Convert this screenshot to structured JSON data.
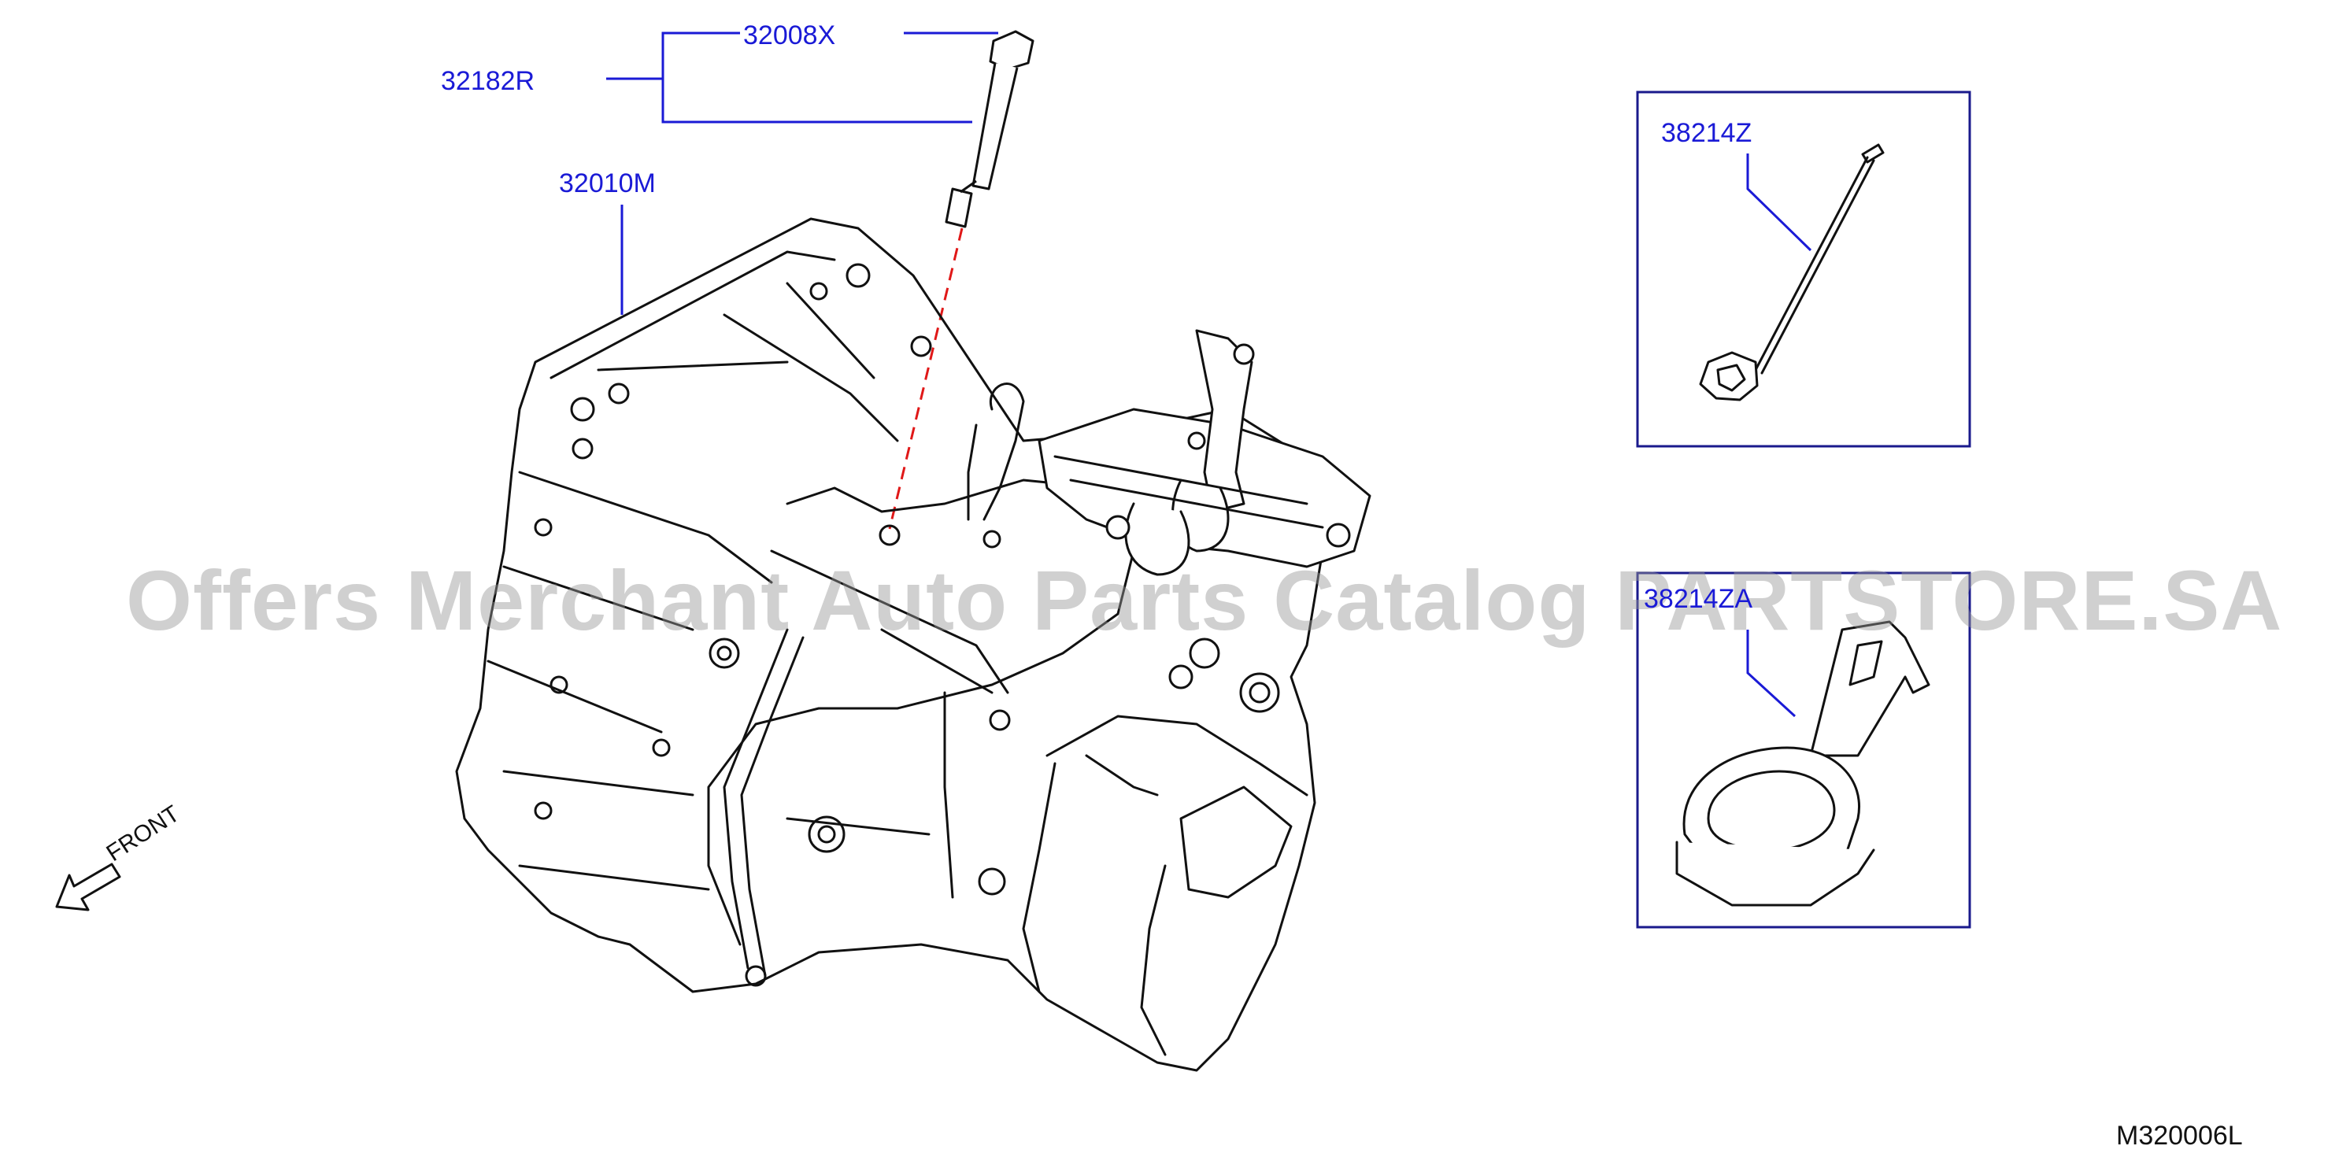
{
  "labels": {
    "l32008x": "32008X",
    "l32182r": "32182R",
    "l32010m": "32010M",
    "l38214z": "38214Z",
    "l38214za": "38214ZA"
  },
  "drawing_code": "M320006L",
  "front_label": "FRONT",
  "watermark": "Offers Merchant Auto Parts Catalog PARTSTORE.SA",
  "colors": {
    "label_blue": "#1a1ad6",
    "line": "#111111",
    "dash_red": "#e01818",
    "watermark_gray": "#999999"
  }
}
